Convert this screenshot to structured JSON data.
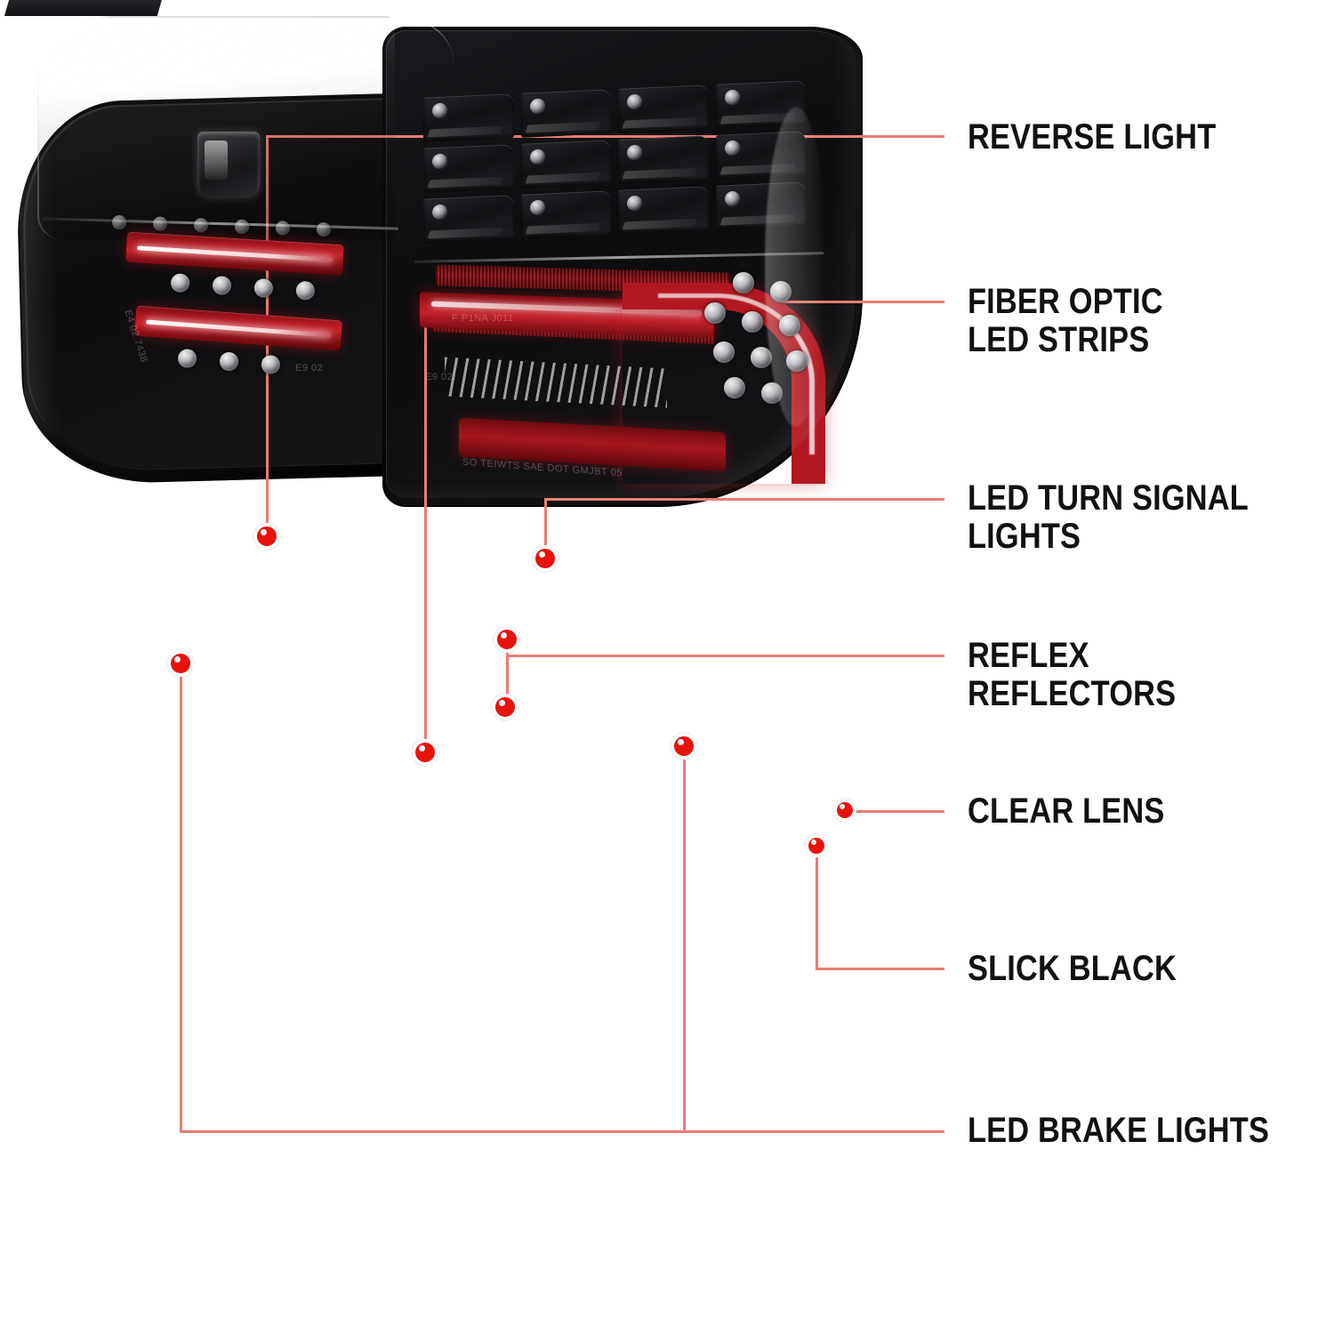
{
  "page": {
    "background": "#ffffff",
    "accent_line_color": "#e97c74",
    "marker_color": "#e8120c",
    "text_color": "#111111",
    "product": "LED tail light assembly pair"
  },
  "callouts": [
    {
      "id": "reverse-light",
      "label": "REVERSE LIGHT"
    },
    {
      "id": "fiber-optic-led-strips",
      "label": "FIBER OPTIC\nLED STRIPS"
    },
    {
      "id": "led-turn-signal-lights",
      "label": "LED TURN SIGNAL LIGHTS"
    },
    {
      "id": "reflex-reflectors",
      "label": "REFLEX REFLECTORS"
    },
    {
      "id": "clear-lens",
      "label": "CLEAR LENS"
    },
    {
      "id": "slick-black",
      "label": "SLICK BLACK"
    },
    {
      "id": "led-brake-lights",
      "label": "LED BRAKE LIGHTS"
    }
  ],
  "lens_markings": {
    "inner_left": "E4 02 7438",
    "inner_right": "E9 02",
    "outer_top": "F P1NA J011",
    "outer_bottom": "SO TEIWTS  SAE DOT GMJBT 05",
    "outer_left": "E9 02"
  }
}
